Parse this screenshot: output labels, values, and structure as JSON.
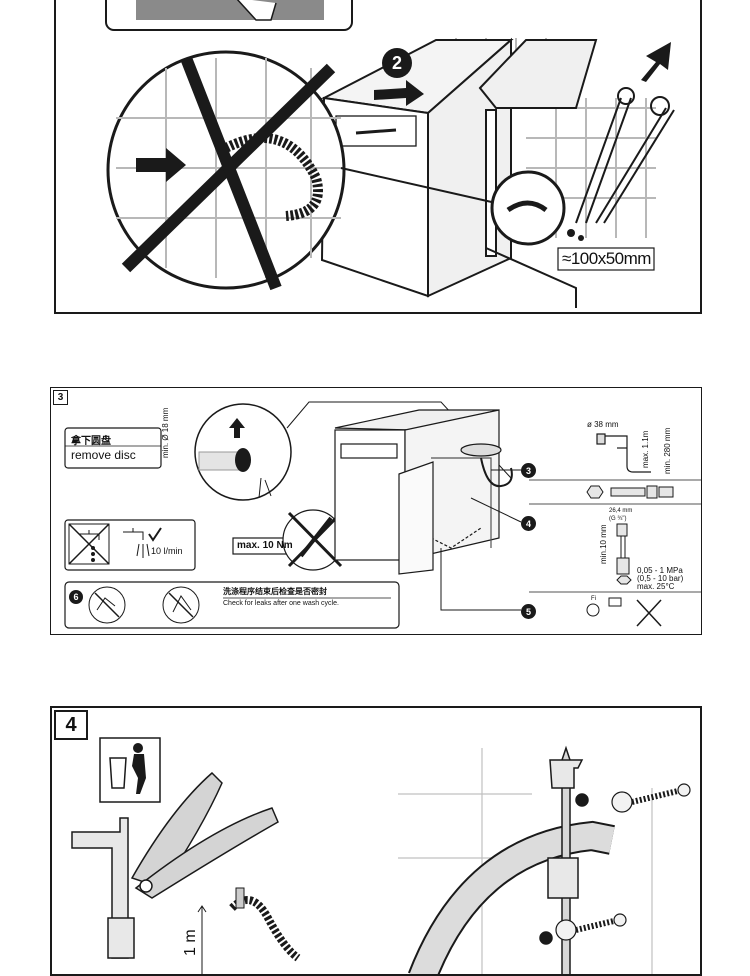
{
  "step2": {
    "badge": "2",
    "recess_size": "≈100x50mm"
  },
  "step3": {
    "label": "3",
    "remove_disc_cn": "拿下圆盘",
    "remove_disc_en": "remove disc",
    "hose_min_diameter": "min. Ø 18 mm",
    "flow_rate": "10 l/min",
    "torque": "max. 10 Nm",
    "callouts": [
      "3",
      "4",
      "5",
      "6"
    ],
    "siphon_diameter": "ø 38 mm",
    "height_max": "max. 1.1m",
    "height_min": "min. 280 mm",
    "thread_size": "26,4 mm",
    "thread_spec": "(G ¾\")",
    "connector_min": "min.10 mm",
    "pressure_1": "0,05 - 1 MPa",
    "pressure_2": "(0,5 - 10 bar)",
    "temperature": "max. 25°C",
    "filter_note": "Fi",
    "leak_check_cn": "洗涤程序结束后检查是否密封",
    "leak_check_en": "Check for leaks after one wash cycle."
  },
  "step4": {
    "label": "4",
    "vertical_unit": "1 m"
  },
  "colors": {
    "line": "#1a1a1a",
    "tile": "#b8b8b8",
    "fill_light": "#e8e8e8",
    "fill_mid": "#cfcfcf"
  }
}
